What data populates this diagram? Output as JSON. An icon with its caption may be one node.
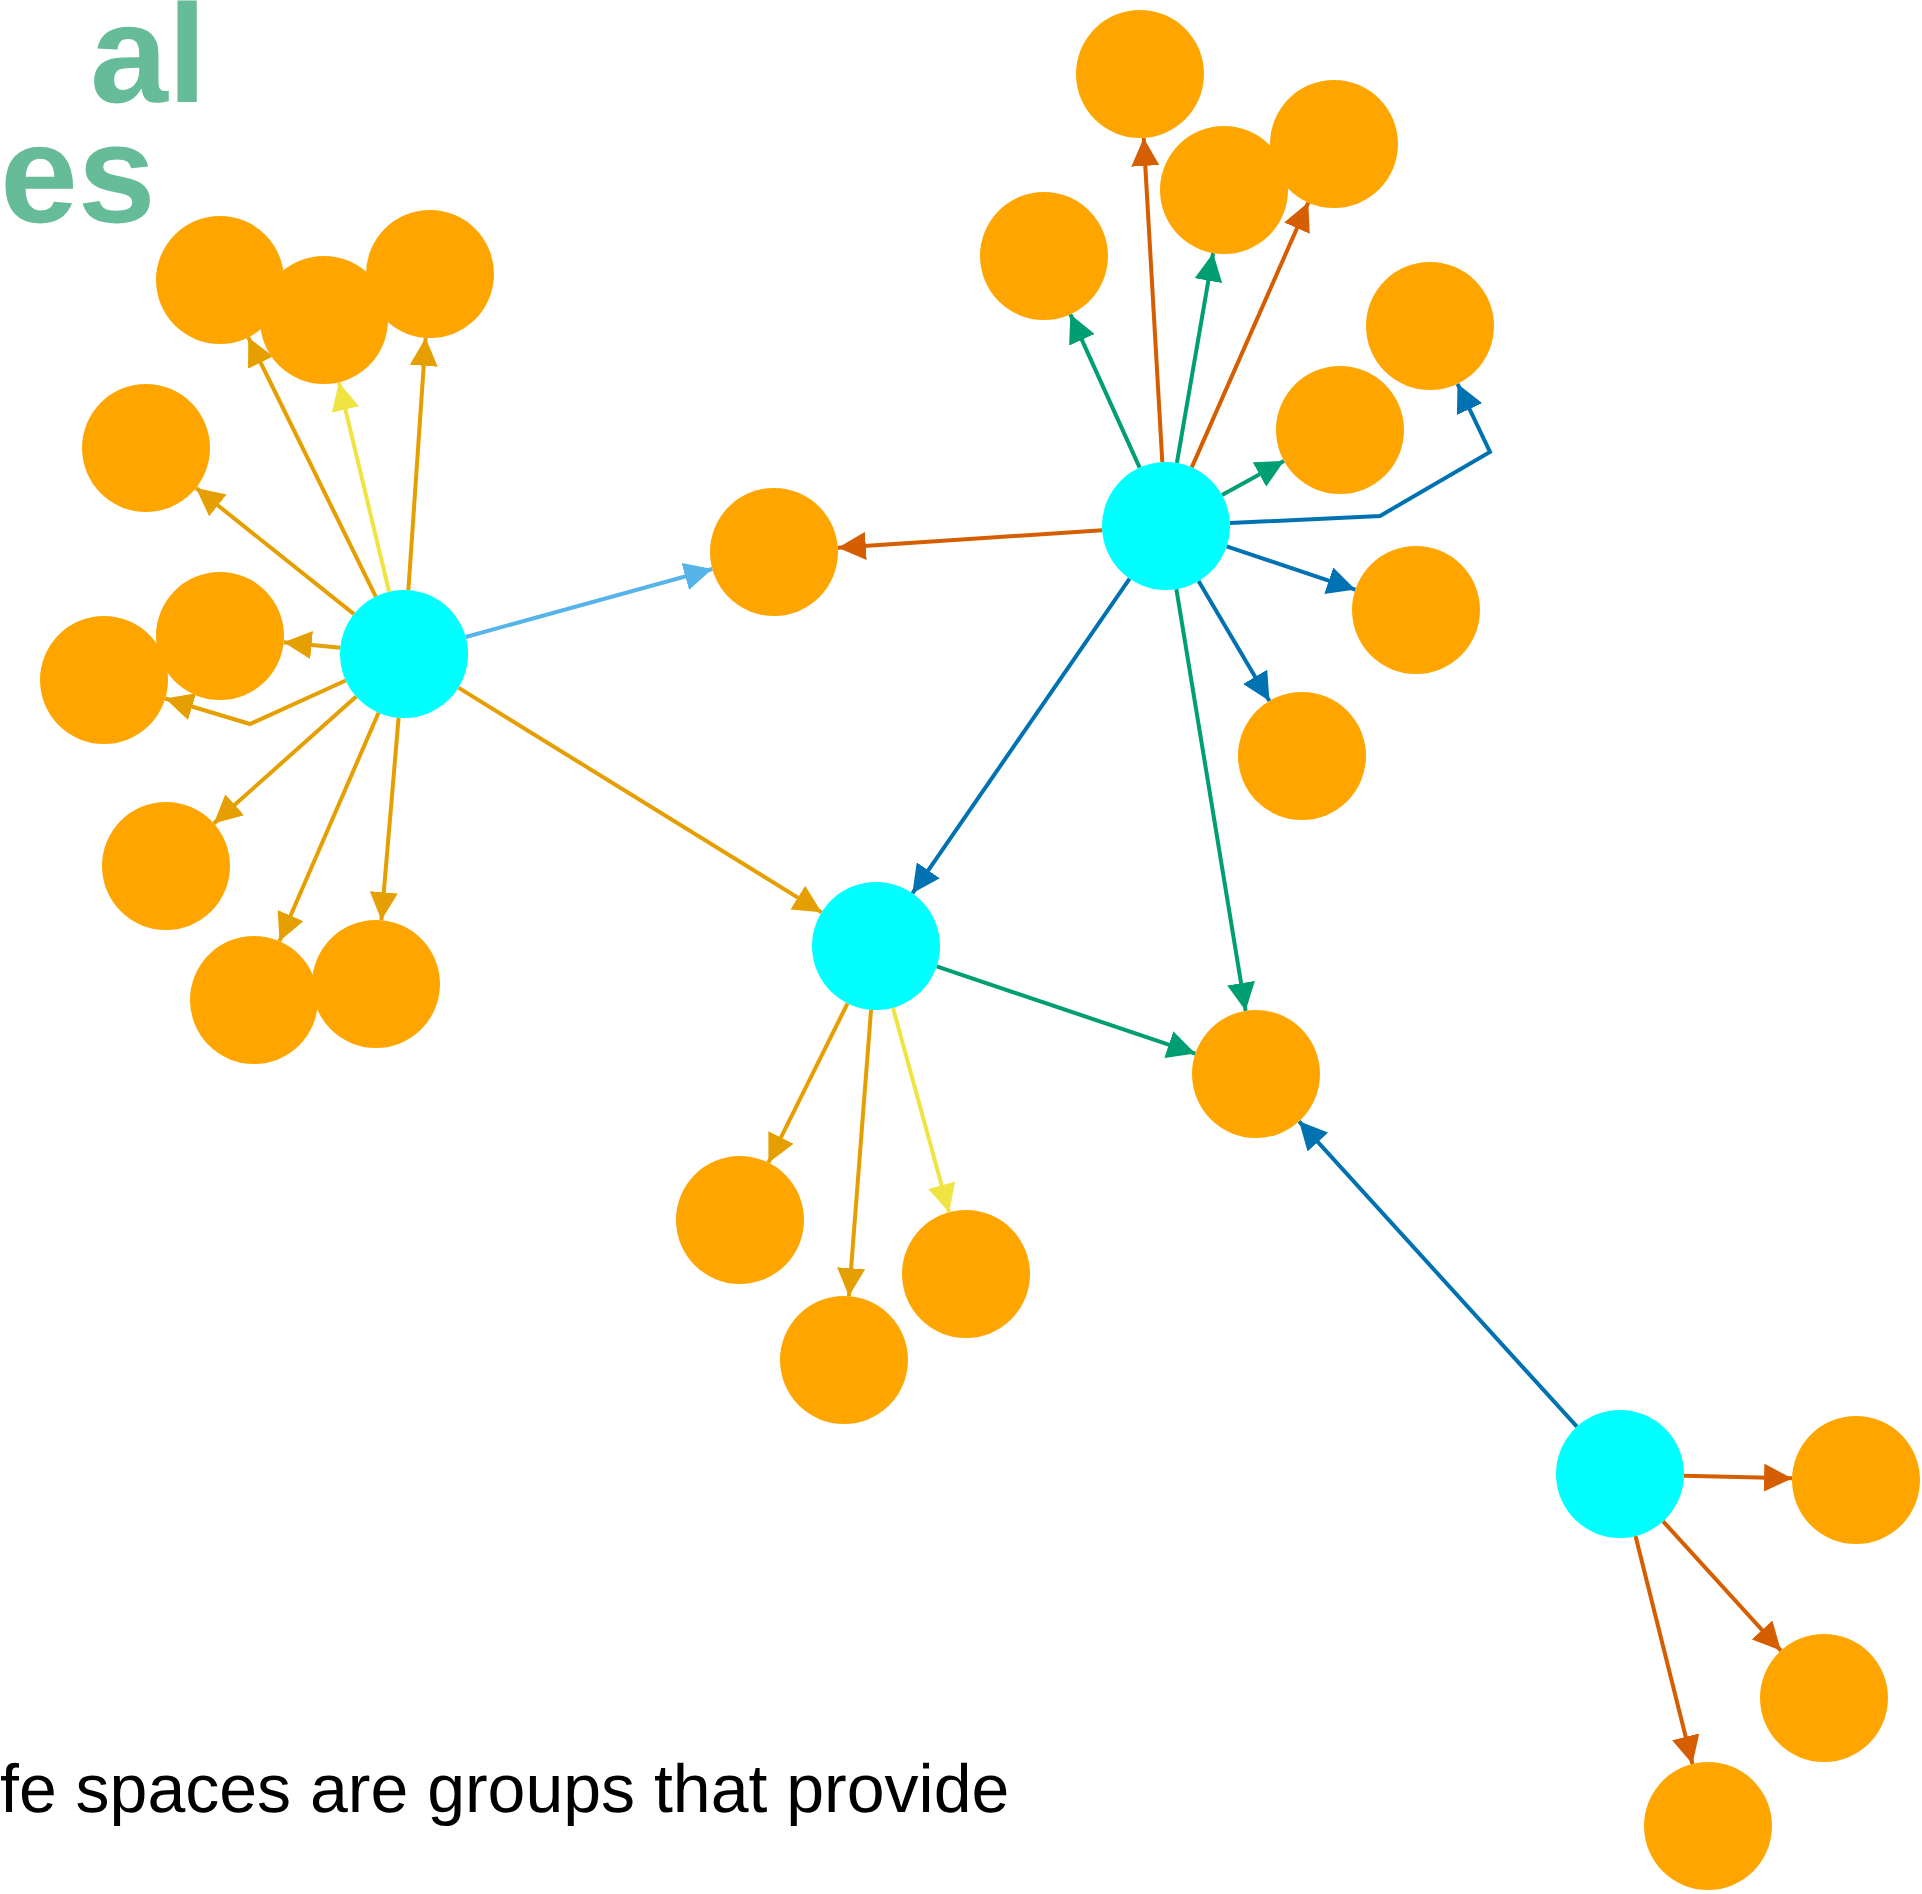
{
  "diagram": {
    "nodes": [
      {
        "text": [],
        "shape": "circle"
      },
      {
        "text": [],
        "shape": "circle"
      },
      {
        "text": [],
        "shape": "circle"
      },
      {
        "text": [],
        "shape": "circle"
      },
      {
        "text": [],
        "shape": "circle"
      },
      {
        "text": [],
        "shape": "circle"
      },
      {
        "text": [],
        "shape": "circle"
      },
      {
        "text": [],
        "shape": "circle"
      },
      {
        "text": [],
        "shape": "circle"
      },
      {
        "text": [],
        "shape": "circle"
      },
      {
        "text": [],
        "shape": "circle"
      },
      {
        "text": [],
        "shape": "circle"
      },
      {
        "text": [],
        "shape": "circle"
      },
      {
        "text": [],
        "shape": "circle"
      },
      {
        "text": [],
        "shape": "circle"
      },
      {
        "text": [],
        "shape": "circle"
      },
      {
        "text": [],
        "shape": "circle"
      },
      {
        "text": [],
        "shape": "circle"
      },
      {
        "text": [],
        "shape": "circle"
      },
      {
        "text": [],
        "shape": "circle"
      },
      {
        "text": [],
        "shape": "circle"
      },
      {
        "text": [],
        "shape": "circle"
      },
      {
        "text": [],
        "shape": "circle"
      },
      {
        "text": [],
        "shape": "circle"
      },
      {
        "text": [],
        "shape": "circle"
      },
      {
        "text": [],
        "shape": "circle"
      },
      {
        "text": [],
        "shape": "circle"
      },
      {
        "text": [],
        "shape": "circle"
      },
      {
        "text": [],
        "shape": "circle"
      }
    ],
    "edges": [
      {
        "from": 0,
        "to": 4,
        "arrow": "to",
        "color": "#e69f00"
      },
      {
        "from": 0,
        "to": 5,
        "arrow": "to",
        "color": "#f0e442"
      },
      {
        "from": 0,
        "to": 6,
        "arrow": "to",
        "color": "#e69f00"
      },
      {
        "from": 0,
        "to": 7,
        "arrow": "to",
        "color": "#e69f00"
      },
      {
        "from": 0,
        "to": 8,
        "arrow": "to",
        "color": "#e69f00"
      },
      {
        "from": 0,
        "to": 9,
        "arrow": "to",
        "color": "#e69f00"
      },
      {
        "from": 0,
        "to": 10,
        "arrow": "to",
        "color": "#e69f00"
      },
      {
        "from": 0,
        "to": 11,
        "arrow": "to",
        "color": "#e69f00"
      },
      {
        "from": 0,
        "to": 12,
        "arrow": "to",
        "color": "#e69f00"
      },
      {
        "from": 0,
        "to": 13,
        "arrow": "to",
        "color": "#56b4e9"
      },
      {
        "from": 0,
        "to": 2,
        "arrow": "to",
        "color": "#e69f00"
      },
      {
        "from": 1,
        "to": 13,
        "arrow": "to",
        "color": "#d55e00"
      },
      {
        "from": 1,
        "to": 14,
        "arrow": "to",
        "color": "#d55e00"
      },
      {
        "from": 1,
        "to": 15,
        "arrow": "to",
        "color": "#009e73"
      },
      {
        "from": 1,
        "to": 16,
        "arrow": "to",
        "color": "#009e73"
      },
      {
        "from": 1,
        "to": 17,
        "arrow": "to",
        "color": "#d55e00"
      },
      {
        "from": 1,
        "to": 18,
        "arrow": "to",
        "color": "#0072b2"
      },
      {
        "from": 1,
        "to": 19,
        "arrow": "to",
        "color": "#009e73"
      },
      {
        "from": 1,
        "to": 20,
        "arrow": "to",
        "color": "#0072b2"
      },
      {
        "from": 1,
        "to": 21,
        "arrow": "to",
        "color": "#0072b2"
      },
      {
        "from": 1,
        "to": 2,
        "arrow": "to",
        "color": "#0072b2"
      },
      {
        "from": 1,
        "to": 22,
        "arrow": "to",
        "color": "#009e73"
      },
      {
        "from": 2,
        "to": 22,
        "arrow": "to",
        "color": "#009e73"
      },
      {
        "from": 2,
        "to": 23,
        "arrow": "to",
        "color": "#e69f00"
      },
      {
        "from": 2,
        "to": 24,
        "arrow": "to",
        "color": "#e69f00"
      },
      {
        "from": 2,
        "to": 25,
        "arrow": "to",
        "color": "#f0e442"
      },
      {
        "from": 3,
        "to": 22,
        "arrow": "to",
        "color": "#0072b2"
      },
      {
        "from": 3,
        "to": 26,
        "arrow": "to",
        "color": "#d55e00"
      },
      {
        "from": 3,
        "to": 27,
        "arrow": "to",
        "color": "#d55e00"
      },
      {
        "from": 3,
        "to": 28,
        "arrow": "to",
        "color": "#d55e00"
      }
    ],
    "labels": [
      "al",
      "es",
      "fe spaces are groups that provide"
    ]
  }
}
